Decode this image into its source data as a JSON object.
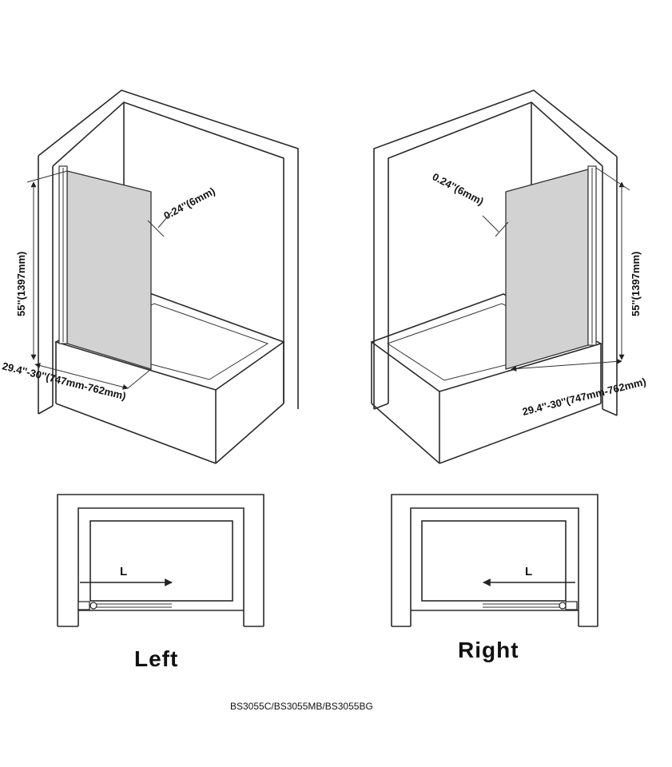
{
  "left": {
    "height": "55''(1397mm)",
    "thickness": "0.24''(6mm)",
    "width": "29.4''-30''(747mm-762mm)",
    "arrow": "L",
    "caption": "Left"
  },
  "right": {
    "height": "55''(1397mm)",
    "thickness": "0.24''(6mm)",
    "width": "29.4''-30''(747mm-762mm)",
    "arrow": "L",
    "caption": "Right"
  },
  "model": "BS3055C/BS3055MB/BS3055BG"
}
